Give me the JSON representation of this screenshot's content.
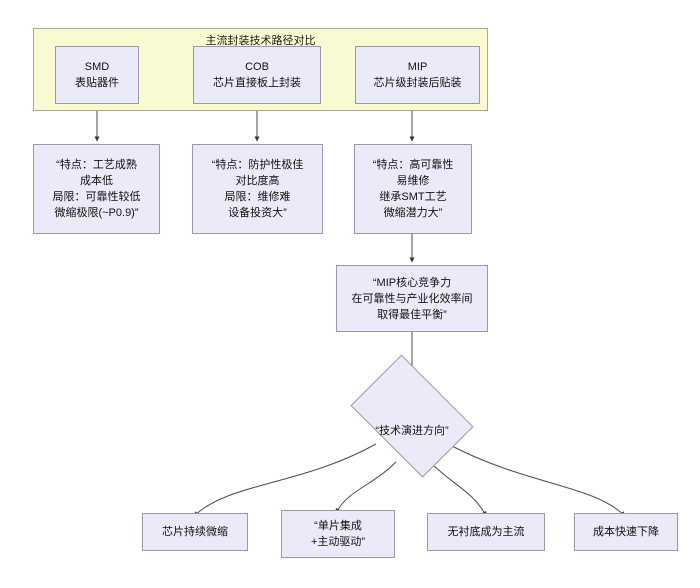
{
  "diagram": {
    "type": "flowchart",
    "title": "主流封装技术路径对比",
    "colors": {
      "group_fill": "#fafad2",
      "group_stroke": "#a8a88c",
      "node_fill": "#eaeaf8",
      "node_stroke": "#9a99a8",
      "edge_stroke": "#4d4d4d",
      "text": "#111111",
      "background": "#ffffff"
    },
    "group": {
      "label": "主流封装技术路径对比",
      "members": [
        {
          "id": "smd",
          "title": "SMD",
          "subtitle": "表贴器件",
          "text": "SMD\n表贴器件"
        },
        {
          "id": "cob",
          "title": "COB",
          "subtitle": "芯片直接板上封装",
          "text": "COB\n芯片直接板上封装"
        },
        {
          "id": "mip",
          "title": "MIP",
          "subtitle": "芯片级封装后贴装",
          "text": "MIP\n芯片级封装后贴装"
        }
      ]
    },
    "detail_nodes": [
      {
        "id": "smd-detail",
        "text": "“特点：工艺成熟\n成本低\n局限：可靠性较低\n微缩极限(~P0.9)”"
      },
      {
        "id": "cob-detail",
        "text": "“特点：防护性极佳\n对比度高\n局限：维修难\n设备投资大”"
      },
      {
        "id": "mip-detail",
        "text": "“特点：高可靠性\n易维修\n继承SMT工艺\n微缩潜力大”"
      }
    ],
    "core_node": {
      "id": "mip-core",
      "text": "“MIP核心竞争力\n在可靠性与产业化效率间\n取得最佳平衡”"
    },
    "decision_node": {
      "id": "evolution-direction",
      "text": "“技术演进方向”"
    },
    "outcome_nodes": [
      {
        "id": "outcome-shrink",
        "text": "芯片持续微缩"
      },
      {
        "id": "outcome-integration",
        "text": "“单片集成\n+主动驱动”"
      },
      {
        "id": "outcome-substrateless",
        "text": "无衬底成为主流"
      },
      {
        "id": "outcome-cost",
        "text": "成本快速下降"
      }
    ]
  }
}
